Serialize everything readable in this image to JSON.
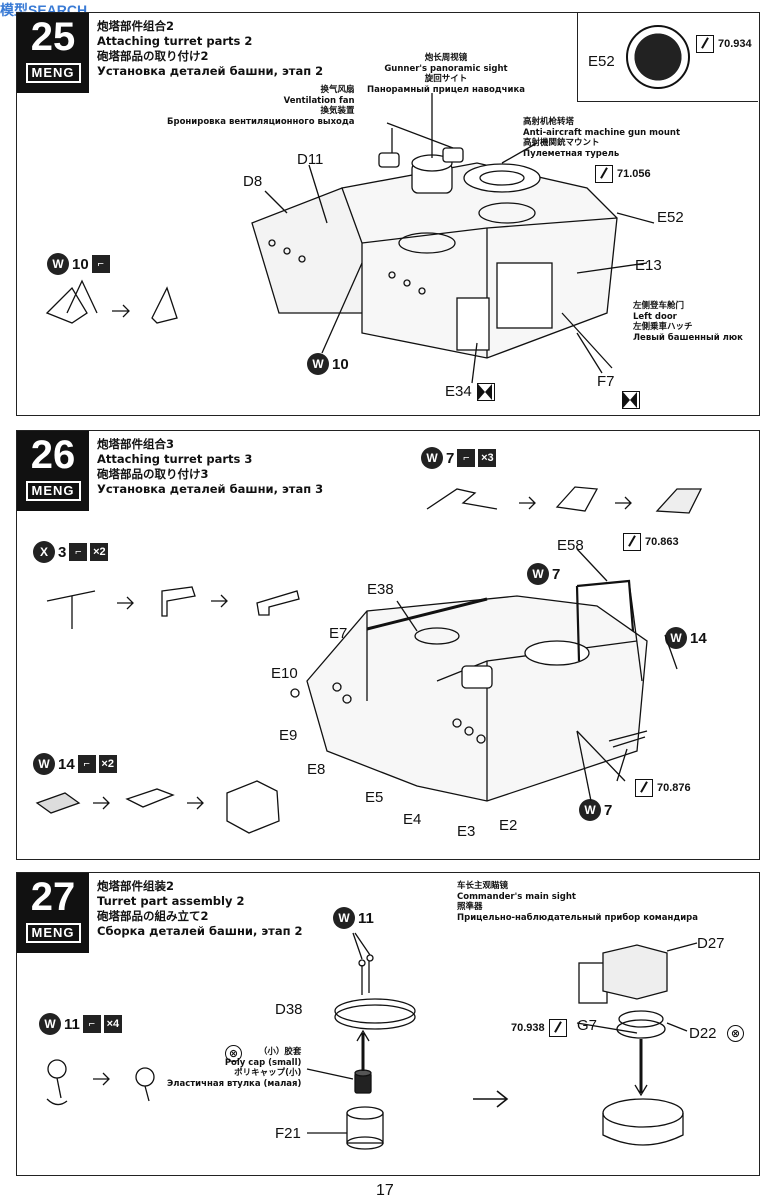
{
  "watermark": "模型SEARCH",
  "page_number": "17",
  "steps": [
    {
      "number": "25",
      "brand": "MENG",
      "title_cn": "炮塔部件组合2",
      "title_en": "Attaching turret parts 2",
      "title_jp": "砲塔部品の取り付け2",
      "title_ru": "Установка деталей башни, этап 2",
      "inset_label": "E52",
      "inset_paint": "70.934",
      "notes": {
        "gunner_sight": [
          "炮长周视镜",
          "Gunner's panoramic sight",
          "旋回サイト",
          "Панорамный прицел наводчика"
        ],
        "vent_fan": [
          "换气风扇",
          "Ventilation fan",
          "換気装置",
          "Бронировка вентиляционного выхода"
        ],
        "aa_mount": [
          "高射机枪转塔",
          "Anti-aircraft machine gun mount",
          "高射機関銃マウント",
          "Пулеметная турель"
        ],
        "left_door": [
          "左侧登车舱门",
          "Left door",
          "左側乗車ハッチ",
          "Левый башенный люк"
        ]
      },
      "part_labels": [
        "D11",
        "D8",
        "E52",
        "E13",
        "E34",
        "F7",
        "W10"
      ],
      "paint_aa": "70.934",
      "paint_aa2": "71.056",
      "w_badge": {
        "letter": "W",
        "num": "10"
      },
      "w_badge2": {
        "letter": "W",
        "num": "10"
      }
    },
    {
      "number": "26",
      "brand": "MENG",
      "title_cn": "炮塔部件组合3",
      "title_en": "Attaching turret parts 3",
      "title_jp": "砲塔部品の取り付け3",
      "title_ru": "Установка деталей башни, этап 3",
      "part_labels": [
        "E58",
        "E38",
        "E7",
        "E10",
        "E9",
        "E8",
        "E5",
        "E4",
        "E3",
        "E2"
      ],
      "paint_e58": "70.863",
      "paint_side": "70.876",
      "badges": [
        {
          "letter": "W",
          "num": "7",
          "mult": "×3"
        },
        {
          "letter": "X",
          "num": "3",
          "mult": "×2"
        },
        {
          "letter": "W",
          "num": "14",
          "mult": "×2"
        },
        {
          "letter": "W",
          "num": "7"
        },
        {
          "letter": "W",
          "num": "14"
        },
        {
          "letter": "W",
          "num": "7"
        }
      ]
    },
    {
      "number": "27",
      "brand": "MENG",
      "title_cn": "炮塔部件组装2",
      "title_en": "Turret part assembly 2",
      "title_jp": "砲塔部品の組み立て2",
      "title_ru": "Сборка деталей башни, этап 2",
      "notes": {
        "commander_sight": [
          "车长主观瞄镜",
          "Commander's main sight",
          "照準器",
          "Прицельно-наблюдательный прибор командира"
        ],
        "poly_cap": [
          "（小）胶套",
          "Poly cap (small)",
          "ポリキャップ(小)",
          "Эластичная втулка (малая)"
        ]
      },
      "part_labels": [
        "D38",
        "F21",
        "D27",
        "G7",
        "D22"
      ],
      "paint_g7": "70.938",
      "badges": [
        {
          "letter": "W",
          "num": "11",
          "mult": "×4"
        },
        {
          "letter": "W",
          "num": "11"
        }
      ]
    }
  ]
}
